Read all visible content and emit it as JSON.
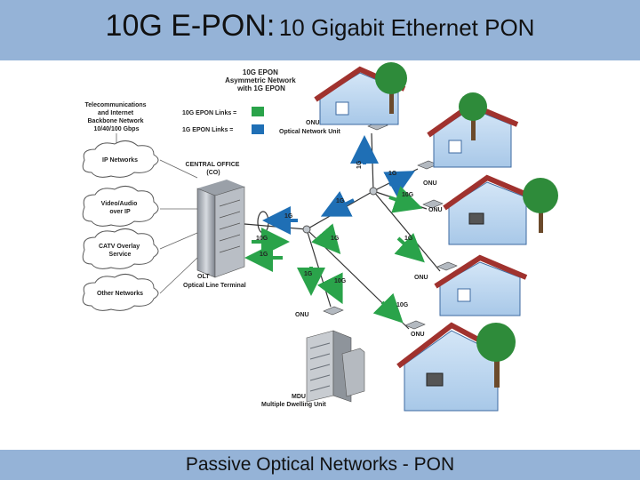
{
  "title": {
    "main": "10G E-PON:",
    "sub": "10 Gigabit Ethernet PON"
  },
  "footer": "Passive Optical Networks - PON",
  "colors": {
    "bar": "#95b3d7",
    "link_10g": "#2aa34a",
    "link_1g": "#1f6fb5"
  },
  "diagram": {
    "heading": [
      "10G EPON",
      "Asymmetric Network",
      "with 1G EPON"
    ],
    "legend": {
      "link_10g": "10G EPON Links =",
      "link_1g": "1G EPON Links ="
    },
    "backbone": [
      "Telecommunications",
      "and Internet",
      "Backbone Network",
      "10/40/100 Gbps"
    ],
    "clouds": [
      "IP Networks",
      [
        "Video/Audio",
        "over IP"
      ],
      [
        "CATV Overlay",
        "Service"
      ],
      "Other Networks"
    ],
    "co": [
      "CENTRAL OFFICE",
      "(CO)"
    ],
    "olt": [
      "OLT",
      "Optical Line Terminal"
    ],
    "onu_top": [
      "ONU",
      "Optical Network Unit"
    ],
    "onu": "ONU",
    "mdu": [
      "MDU",
      "Multiple Dwelling Unit"
    ],
    "link_labels": {
      "g1": "1G",
      "g10": "10G"
    }
  }
}
